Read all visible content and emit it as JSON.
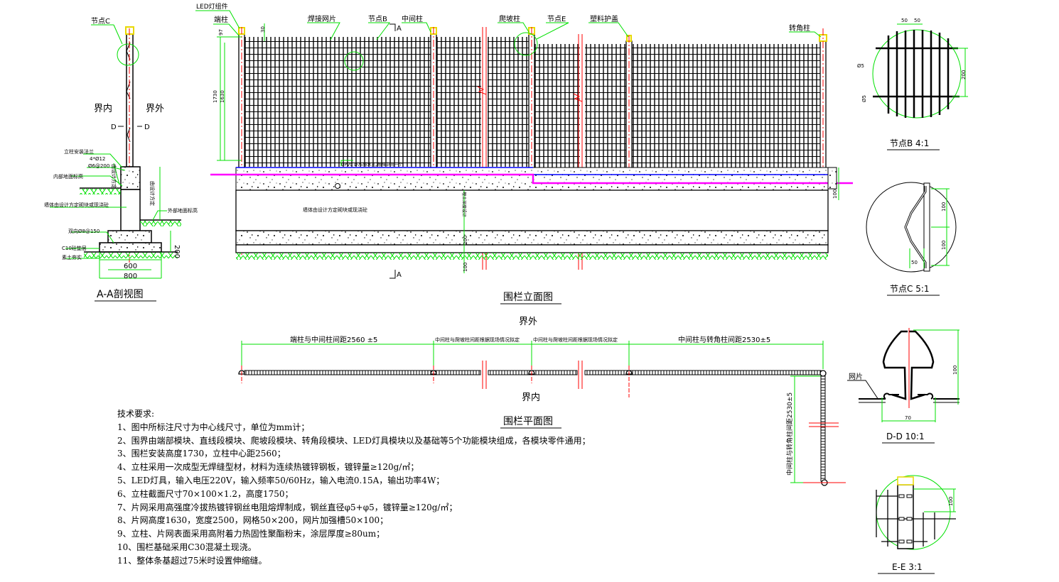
{
  "section_aa": {
    "title": "A-A剖视图",
    "node_c_label": "节点C",
    "inside": "界内",
    "outside": "界外",
    "cut_left": "D",
    "cut_right": "D",
    "labels": [
      "立柱安装法兰",
      "4*Ø12",
      "Ø6@200",
      "内部地面标高",
      "墙体由设计方定砌块或现浇砼",
      "外部地面标高",
      "双向Ø8@150",
      "C10砼垫层",
      "素土夯实"
    ],
    "vertical_labels": [
      "由设计方定",
      "由设计方定"
    ],
    "dims": [
      "600",
      "800",
      "200"
    ]
  },
  "elevation": {
    "title": "围栏立面图",
    "callouts": [
      "LED灯组件",
      "端柱",
      "焊接网片",
      "节点B",
      "中间柱",
      "爬坡柱",
      "节点E",
      "塑料护盖",
      "转角柱"
    ],
    "section_mark": "A",
    "dims": [
      "97",
      "30",
      "1730",
      "1630",
      "200",
      "100",
      "100"
    ],
    "drain_label": "UPVC Ø75排水孔,每档中间一个",
    "wall_label": "墙体由设计方定砌块或现浇砼",
    "depth_label": "埋土深度设计"
  },
  "plan": {
    "title": "围栏平面图",
    "outside": "界外",
    "inside": "界内",
    "dims": [
      "端柱与中间柱间距2560 ±5",
      "中间柱与爬坡柱间距根据现场情况拟定",
      "中间柱与爬坡柱间距根据现场情况拟定",
      "中间柱与转角柱间距2530±5"
    ],
    "vertical_dim": "中间柱与转角柱间距2530±5"
  },
  "details": {
    "b": {
      "title": "节点B 4:1",
      "dims": [
        "50",
        "50",
        "Ø5",
        "Ø5",
        "200"
      ]
    },
    "c": {
      "title": "节点C 5:1",
      "dims": [
        "100",
        "100",
        "50"
      ]
    },
    "dd": {
      "title": "D-D 10:1",
      "mesh_label": "网片",
      "dims": [
        "100",
        "70"
      ]
    },
    "ee": {
      "title": "E-E 3:1",
      "dims": [
        "100"
      ]
    }
  },
  "notes": {
    "heading": "技术要求:",
    "items": [
      "1、图中所标注尺寸为中心线尺寸，单位为mm计；",
      "2、围界由端部模块、直线段模块、爬坡段模块、转角段模块、LED灯具模块以及基础等5个功能模块组成，各模块零件通用；",
      "3、围栏安装高度1730，立柱中心距2560；",
      "4、立柱采用一次成型无焊缝型材，材料为连续热镀锌钢板，镀锌量≥120g/㎡；",
      "5、LED灯具，输入电压220V，输入频率50/60Hz，输入电流0.15A，输出功率4W；",
      "6、立柱截面尺寸70×100×1.2，高度1750；",
      "7、片网采用高强度冷拔热镀锌钢丝电阻熔焊制成，钢丝直径φ5+φ5，镀锌量≥120g/㎡；",
      "8、片网高度1630，宽度2500，网格50×200，网片加强槽50×100；",
      "9、立柱、片网表面采用高附着力热固性聚酯粉末，涂层厚度≥80um；",
      "10、围栏基础采用C30混凝土现浇。",
      "11、整体条基超过75米时设置伸缩缝。"
    ]
  },
  "colors": {
    "dim": "#00e000",
    "center": "#ff0000",
    "pipe": "#ff00ff",
    "drain": "#0000ff",
    "led": "#ffee00"
  }
}
